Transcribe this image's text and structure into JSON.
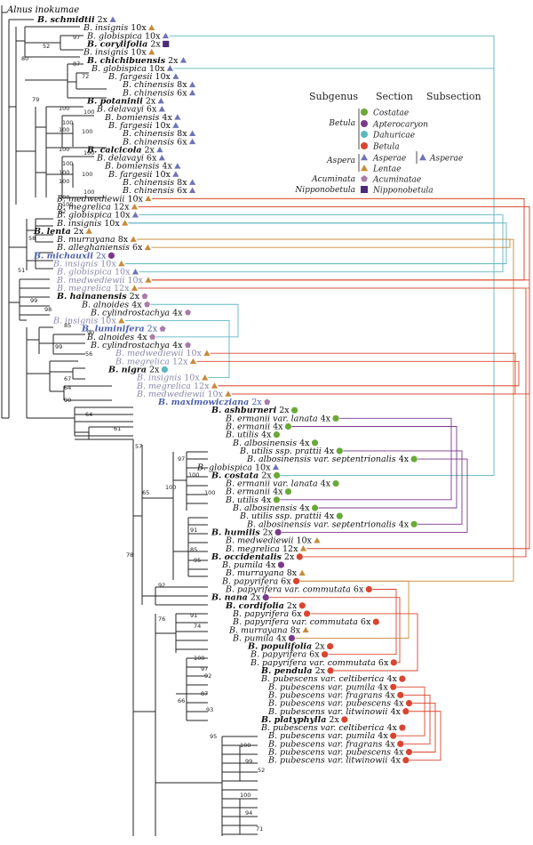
{
  "outgroup": "Alnus inokumae",
  "legend": {
    "headers": [
      "Subgenus",
      "Section",
      "Subsection"
    ],
    "subgenera": [
      "Betula",
      "Aspera",
      "Acuminata",
      "Nipponobetula"
    ],
    "sections": [
      "Costatae",
      "Apterocaryon",
      "Dahuricae",
      "Betula",
      "Asperae",
      "Lentae",
      "Acuminatae",
      "Nipponobetula"
    ],
    "subsection": "Asperae",
    "colors": {
      "Costatae": "#6aaa3a",
      "Apterocaryon": "#7a3a8a",
      "Dahuricae": "#5fb7c0",
      "Betula": "#d9452f",
      "Asperae": "#6f74b8",
      "Lentae": "#c98a3a",
      "Acuminatae": "#a87ca8",
      "Nipponobetula": "#4b2c7a"
    }
  },
  "taxa": [
    {
      "name": "B. schmidtii",
      "ploidy": "2x",
      "marker": "Asperae",
      "bold": true
    },
    {
      "name": "B. insignis",
      "ploidy": "10x",
      "marker": "Lentae"
    },
    {
      "name": "B. globispica",
      "ploidy": "10x",
      "marker": "Asperae"
    },
    {
      "name": "B. corylifolia",
      "ploidy": "2x",
      "marker": "Nipponobetula",
      "bold": true
    },
    {
      "name": "B. insignis",
      "ploidy": "10x",
      "marker": "Lentae"
    },
    {
      "name": "B. chichibuensis",
      "ploidy": "2x",
      "marker": "Asperae",
      "bold": true
    },
    {
      "name": "B. globispica",
      "ploidy": "10x",
      "marker": "Asperae"
    },
    {
      "name": "B. fargesii",
      "ploidy": "10x",
      "marker": "Asperae"
    },
    {
      "name": "B. chinensis",
      "ploidy": "8x",
      "marker": "Asperae"
    },
    {
      "name": "B. chinensis",
      "ploidy": "6x",
      "marker": "Asperae"
    },
    {
      "name": "B. potaninii",
      "ploidy": "2x",
      "marker": "Asperae",
      "bold": true
    },
    {
      "name": "B. delavayi",
      "ploidy": "6x",
      "marker": "Asperae"
    },
    {
      "name": "B. bomiensis",
      "ploidy": "4x",
      "marker": "Asperae"
    },
    {
      "name": "B. fargesii",
      "ploidy": "10x",
      "marker": "Asperae"
    },
    {
      "name": "B. chinensis",
      "ploidy": "8x",
      "marker": "Asperae"
    },
    {
      "name": "B. chinensis",
      "ploidy": "6x",
      "marker": "Asperae"
    },
    {
      "name": "B. calcicola",
      "ploidy": "2x",
      "marker": "Asperae",
      "bold": true
    },
    {
      "name": "B. delavayi",
      "ploidy": "6x",
      "marker": "Asperae"
    },
    {
      "name": "B. bomiensis",
      "ploidy": "4x",
      "marker": "Asperae"
    },
    {
      "name": "B. fargesii",
      "ploidy": "10x",
      "marker": "Asperae"
    },
    {
      "name": "B. chinensis",
      "ploidy": "8x",
      "marker": "Asperae"
    },
    {
      "name": "B. chinensis",
      "ploidy": "6x",
      "marker": "Asperae"
    },
    {
      "name": "B. medwediewii",
      "ploidy": "10x",
      "marker": "Lentae"
    },
    {
      "name": "B. megrelica",
      "ploidy": "12x",
      "marker": "Lentae"
    },
    {
      "name": "B. globispica",
      "ploidy": "10x",
      "marker": "Asperae"
    },
    {
      "name": "B. insignis",
      "ploidy": "10x",
      "marker": "Lentae"
    },
    {
      "name": "B. lenta",
      "ploidy": "2x",
      "marker": "Lentae",
      "bold": true
    },
    {
      "name": "B. murrayana",
      "ploidy": "8x",
      "marker": "Lentae"
    },
    {
      "name": "B. alleghaniensis",
      "ploidy": "6x",
      "marker": "Lentae"
    },
    {
      "name": "B. michauxii",
      "ploidy": "2x",
      "marker": "Apterocaryon",
      "bold": true,
      "color": "#4a5fa8"
    },
    {
      "name": "B. insignis",
      "ploidy": "10x",
      "marker": "Lentae",
      "color": "#8a8aa8"
    },
    {
      "name": "B. globispica",
      "ploidy": "10x",
      "marker": "Asperae",
      "color": "#8a8aa8"
    },
    {
      "name": "B. medwediewii",
      "ploidy": "10x",
      "marker": "Lentae",
      "color": "#8a8aa8"
    },
    {
      "name": "B. megrelica",
      "ploidy": "12x",
      "marker": "Lentae",
      "color": "#8a8aa8"
    },
    {
      "name": "B. hainanensis",
      "ploidy": "2x",
      "marker": "Acuminatae",
      "bold": true
    },
    {
      "name": "B. alnoides",
      "ploidy": "4x",
      "marker": "Acuminatae"
    },
    {
      "name": "B. cylindrostachya",
      "ploidy": "4x",
      "marker": "Acuminatae"
    },
    {
      "name": "B. insignis",
      "ploidy": "10x",
      "marker": "Lentae",
      "color": "#8a8aa8"
    },
    {
      "name": "B. luminifera",
      "ploidy": "2x",
      "marker": "Acuminatae",
      "bold": true,
      "color": "#4a5fa8"
    },
    {
      "name": "B. alnoides",
      "ploidy": "4x",
      "marker": "Acuminatae"
    },
    {
      "name": "B. cylindrostachya",
      "ploidy": "4x",
      "marker": "Acuminatae"
    },
    {
      "name": "B. medwediewii",
      "ploidy": "10x",
      "marker": "Lentae",
      "color": "#8a8aa8"
    },
    {
      "name": "B. megrelica",
      "ploidy": "12x",
      "marker": "Lentae",
      "color": "#8a8aa8"
    },
    {
      "name": "B. nigra",
      "ploidy": "2x",
      "marker": "Dahuricae",
      "bold": true
    },
    {
      "name": "B. insignis",
      "ploidy": "10x",
      "marker": "Lentae",
      "color": "#8a8aa8"
    },
    {
      "name": "B. megrelica",
      "ploidy": "12x",
      "marker": "Lentae",
      "color": "#8a8aa8"
    },
    {
      "name": "B. medwediewii",
      "ploidy": "10x",
      "marker": "Lentae",
      "color": "#8a8aa8"
    },
    {
      "name": "B. maximowicziana",
      "ploidy": "2x",
      "marker": "Acuminatae",
      "bold": true,
      "color": "#4a5fa8"
    },
    {
      "name": "B. ashburneri",
      "ploidy": "2x",
      "marker": "Costatae",
      "bold": true
    },
    {
      "name": "B. ermanii var. lanata",
      "ploidy": "4x",
      "marker": "Costatae"
    },
    {
      "name": "B. ermanii",
      "ploidy": "4x",
      "marker": "Costatae"
    },
    {
      "name": "B. utilis",
      "ploidy": "4x",
      "marker": "Costatae"
    },
    {
      "name": "B. albosinensis",
      "ploidy": "4x",
      "marker": "Costatae"
    },
    {
      "name": "B. utilis ssp. prattii",
      "ploidy": "4x",
      "marker": "Costatae"
    },
    {
      "name": "B. albosinensis var. septentrionalis",
      "ploidy": "4x",
      "marker": "Costatae"
    },
    {
      "name": "B. globispica",
      "ploidy": "10x",
      "marker": "Asperae"
    },
    {
      "name": "B. costata",
      "ploidy": "2x",
      "marker": "Costatae",
      "bold": true
    },
    {
      "name": "B. ermanii var. lanata",
      "ploidy": "4x",
      "marker": "Costatae"
    },
    {
      "name": "B. ermanii",
      "ploidy": "4x",
      "marker": "Costatae"
    },
    {
      "name": "B. utilis",
      "ploidy": "4x",
      "marker": "Costatae"
    },
    {
      "name": "B. albosinensis",
      "ploidy": "4x",
      "marker": "Costatae"
    },
    {
      "name": "B. utilis ssp. prattii",
      "ploidy": "4x",
      "marker": "Costatae"
    },
    {
      "name": "B. albosinensis var. septentrionalis",
      "ploidy": "4x",
      "marker": "Costatae"
    },
    {
      "name": "B. humilis",
      "ploidy": "2x",
      "marker": "Apterocaryon",
      "bold": true
    },
    {
      "name": "B. medwediewii",
      "ploidy": "10x",
      "marker": "Lentae"
    },
    {
      "name": "B. megrelica",
      "ploidy": "12x",
      "marker": "Lentae"
    },
    {
      "name": "B. occidentalis",
      "ploidy": "2x",
      "marker": "Betula",
      "bold": true
    },
    {
      "name": "B. pumila",
      "ploidy": "4x",
      "marker": "Apterocaryon"
    },
    {
      "name": "B. murrayana",
      "ploidy": "8x",
      "marker": "Lentae"
    },
    {
      "name": "B. papyrifera",
      "ploidy": "6x",
      "marker": "Betula"
    },
    {
      "name": "B. papyrifera var. commutata",
      "ploidy": "6x",
      "marker": "Betula"
    },
    {
      "name": "B. nana",
      "ploidy": "2x",
      "marker": "Apterocaryon",
      "bold": true
    },
    {
      "name": "B. cordifolia",
      "ploidy": "2x",
      "marker": "Betula",
      "bold": true
    },
    {
      "name": "B. papyrifera",
      "ploidy": "6x",
      "marker": "Betula"
    },
    {
      "name": "B. papyrifera var. commutata",
      "ploidy": "6x",
      "marker": "Betula"
    },
    {
      "name": "B. murrayana",
      "ploidy": "8x",
      "marker": "Lentae"
    },
    {
      "name": "B. pumila",
      "ploidy": "4x",
      "marker": "Apterocaryon"
    },
    {
      "name": "B. populifolia",
      "ploidy": "2x",
      "marker": "Betula",
      "bold": true
    },
    {
      "name": "B. papyrifera",
      "ploidy": "6x",
      "marker": "Betula"
    },
    {
      "name": "B. papyrifera var. commutata",
      "ploidy": "6x",
      "marker": "Betula"
    },
    {
      "name": "B. pendula",
      "ploidy": "2x",
      "marker": "Betula",
      "bold": true
    },
    {
      "name": "B. pubescens var. celtiberica",
      "ploidy": "4x",
      "marker": "Betula"
    },
    {
      "name": "B. pubescens var. pumila",
      "ploidy": "4x",
      "marker": "Betula"
    },
    {
      "name": "B. pubescens var. fragrans",
      "ploidy": "4x",
      "marker": "Betula"
    },
    {
      "name": "B. pubescens var. pubescens",
      "ploidy": "4x",
      "marker": "Betula"
    },
    {
      "name": "B. pubescens var. litwinowii",
      "ploidy": "4x",
      "marker": "Betula"
    },
    {
      "name": "B. platyphylla",
      "ploidy": "2x",
      "marker": "Betula",
      "bold": true
    },
    {
      "name": "B. pubescens var. celtiberica",
      "ploidy": "4x",
      "marker": "Betula"
    },
    {
      "name": "B. pubescens var. pumila",
      "ploidy": "4x",
      "marker": "Betula"
    },
    {
      "name": "B. pubescens var. fragrans",
      "ploidy": "4x",
      "marker": "Betula"
    },
    {
      "name": "B. pubescens var. pubescens",
      "ploidy": "4x",
      "marker": "Betula"
    },
    {
      "name": "B. pubescens var. litwinowii",
      "ploidy": "4x",
      "marker": "Betula"
    }
  ],
  "support_values": [
    "80",
    "52",
    "97",
    "87",
    "72",
    "100",
    "100",
    "100",
    "79",
    "100",
    "100",
    "100",
    "100",
    "100",
    "100",
    "100",
    "100",
    "100",
    "100",
    "100",
    "82",
    "58",
    "51",
    "99",
    "98",
    "85",
    "90",
    "99",
    "56",
    "67",
    "64",
    "90",
    "64",
    "61",
    "57",
    "65",
    "100",
    "97",
    "100",
    "100",
    "91",
    "85",
    "95",
    "78",
    "92",
    "76",
    "91",
    "74",
    "100",
    "97",
    "92",
    "66",
    "87",
    "93",
    "95",
    "100",
    "99",
    "52",
    "100",
    "94",
    "71"
  ]
}
